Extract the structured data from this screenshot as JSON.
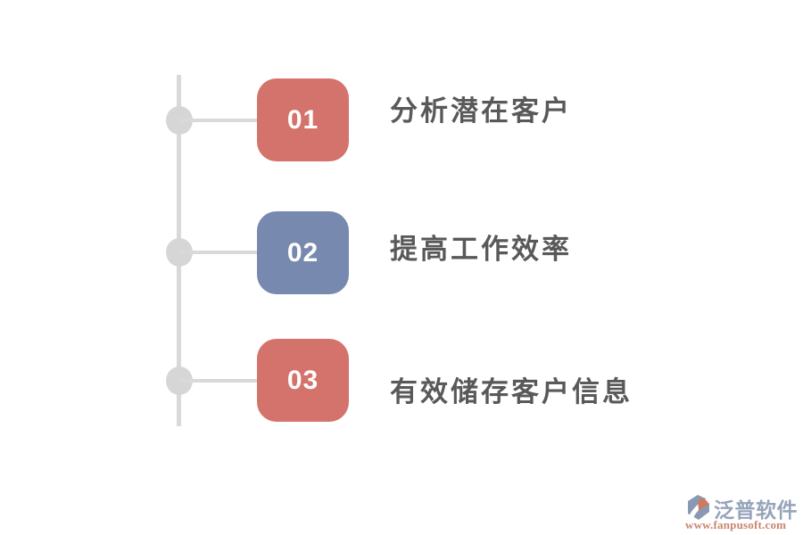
{
  "timeline": {
    "items": [
      {
        "number": "01",
        "label": "分析潜在客户",
        "badge_color": "#D4736B"
      },
      {
        "number": "02",
        "label": "提高工作效率",
        "badge_color": "#7789AE"
      },
      {
        "number": "03",
        "label": "有效储存客户信息",
        "badge_color": "#D4736B"
      }
    ],
    "line_color": "#D9D9D9",
    "node_color": "#D6D6D6",
    "label_color": "#595959",
    "number_color": "#FFFFFF"
  },
  "watermark": {
    "brand": "泛普软件",
    "url": "www.fanpusoft.com",
    "brand_color": "#96A4BA",
    "url_color": "#C9856F",
    "icon_primary": "#8A99B3",
    "icon_accent": "#D0795C"
  }
}
